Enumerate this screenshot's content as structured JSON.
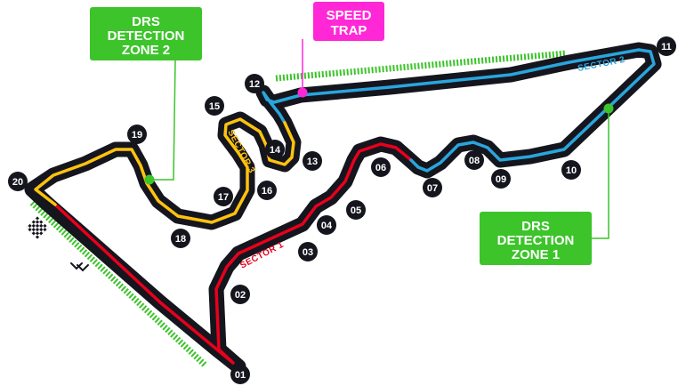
{
  "callouts": {
    "drs_zone_2": {
      "lines": [
        "DRS",
        "DETECTION",
        "ZONE 2"
      ],
      "color": "#3cc42a"
    },
    "drs_zone_1": {
      "lines": [
        "DRS",
        "DETECTION",
        "ZONE 1"
      ],
      "color": "#3cc42a"
    },
    "speed_trap": {
      "lines": [
        "SPEED",
        "TRAP"
      ],
      "color": "#ff27d6"
    }
  },
  "sectors": [
    {
      "label": "SECTOR 1",
      "color": "#e8001c"
    },
    {
      "label": "SECTOR 2",
      "color": "#2aa5dc"
    },
    {
      "label": "SECTOR 3",
      "color": "#ffc20e"
    }
  ],
  "turns": [
    "01",
    "02",
    "03",
    "04",
    "05",
    "06",
    "07",
    "08",
    "09",
    "10",
    "11",
    "12",
    "13",
    "14",
    "15",
    "16",
    "17",
    "18",
    "19",
    "20"
  ],
  "colors": {
    "track": "#15151e",
    "drs_stripe": "#3cc42a",
    "marker_bg": "#15151e"
  },
  "icons": [
    "checkered-flag-icon",
    "direction-chevrons-icon"
  ]
}
